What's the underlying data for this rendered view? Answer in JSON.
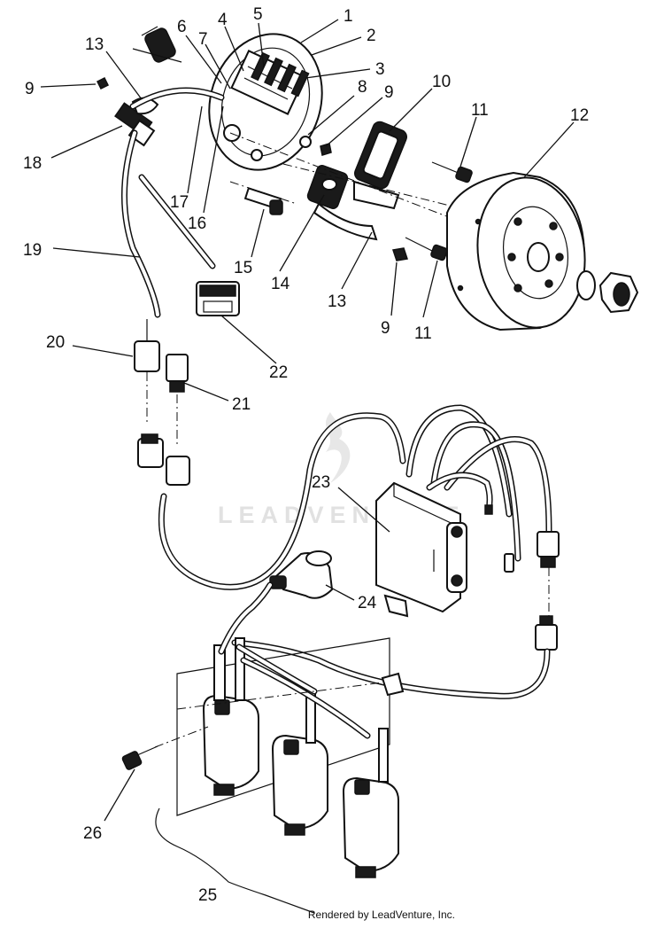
{
  "callouts": [
    {
      "id": "1",
      "label": "1"
    },
    {
      "id": "2",
      "label": "2"
    },
    {
      "id": "3",
      "label": "3"
    },
    {
      "id": "4",
      "label": "4"
    },
    {
      "id": "5",
      "label": "5"
    },
    {
      "id": "6",
      "label": "6"
    },
    {
      "id": "7",
      "label": "7"
    },
    {
      "id": "8",
      "label": "8"
    },
    {
      "id": "9a",
      "label": "9"
    },
    {
      "id": "9b",
      "label": "9"
    },
    {
      "id": "9c",
      "label": "9"
    },
    {
      "id": "10",
      "label": "10"
    },
    {
      "id": "11a",
      "label": "11"
    },
    {
      "id": "11b",
      "label": "11"
    },
    {
      "id": "12",
      "label": "12"
    },
    {
      "id": "13a",
      "label": "13"
    },
    {
      "id": "13b",
      "label": "13"
    },
    {
      "id": "14",
      "label": "14"
    },
    {
      "id": "15",
      "label": "15"
    },
    {
      "id": "16",
      "label": "16"
    },
    {
      "id": "17",
      "label": "17"
    },
    {
      "id": "18",
      "label": "18"
    },
    {
      "id": "19",
      "label": "19"
    },
    {
      "id": "20",
      "label": "20"
    },
    {
      "id": "21",
      "label": "21"
    },
    {
      "id": "22",
      "label": "22"
    },
    {
      "id": "23",
      "label": "23"
    },
    {
      "id": "24",
      "label": "24"
    },
    {
      "id": "25",
      "label": "25"
    },
    {
      "id": "26",
      "label": "26"
    }
  ],
  "watermark": "LEADVENTURE",
  "footer": "Rendered by LeadVenture, Inc."
}
